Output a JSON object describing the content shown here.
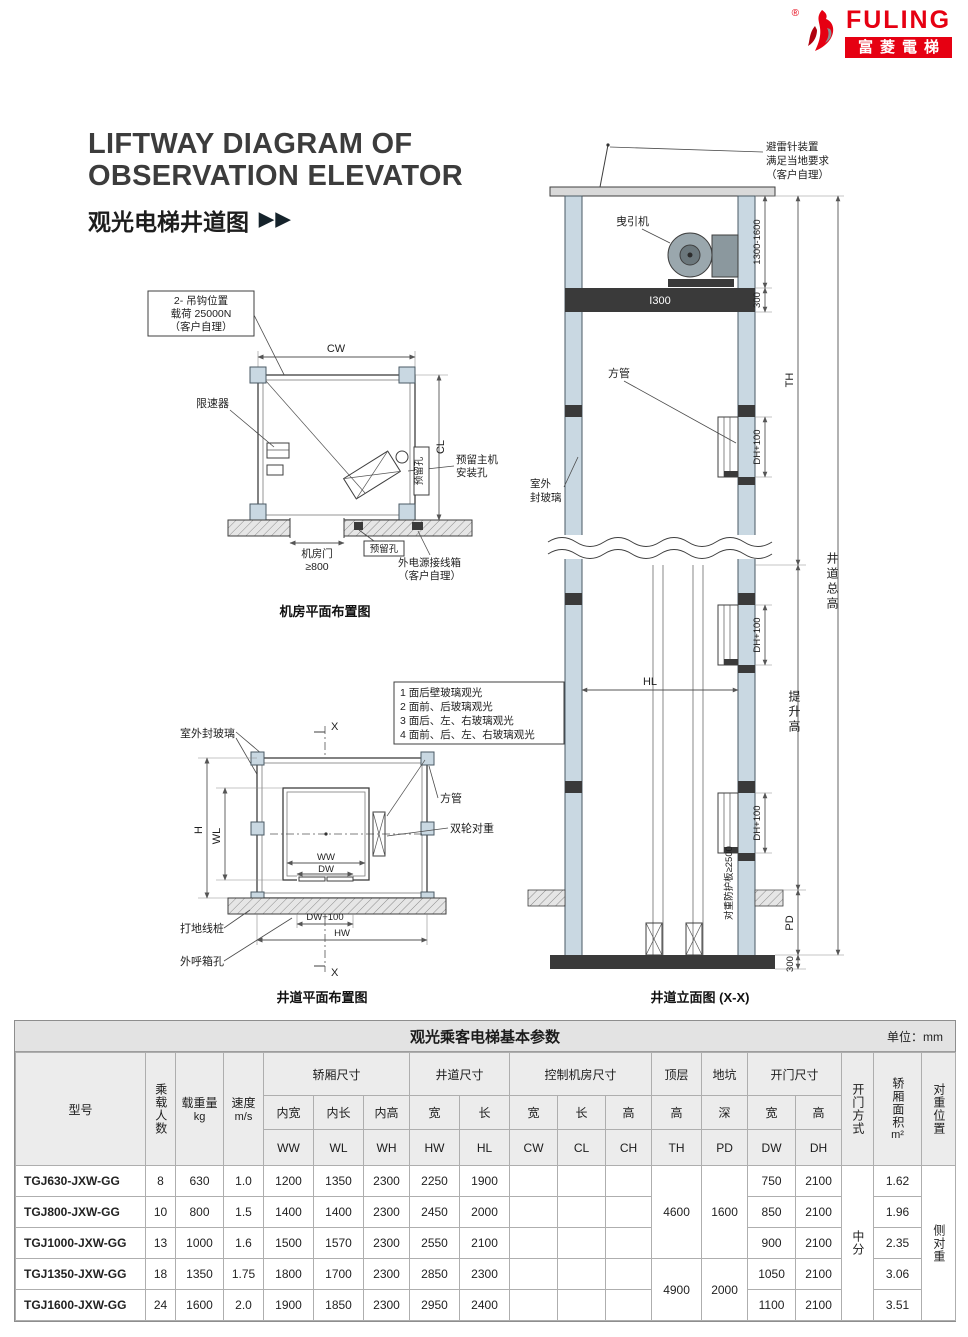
{
  "logo": {
    "brand": "FULING",
    "reg": "®",
    "cn": "富菱電梯"
  },
  "title": {
    "line1": "LIFTWAY DIAGRAM OF",
    "line2": "OBSERVATION ELEVATOR",
    "cn": "观光电梯井道图",
    "arrows": "▶▶"
  },
  "machine_room": {
    "caption": "机房平面布置图",
    "hook_note_l1": "2- 吊钩位置",
    "hook_note_l2": "载荷 25000N",
    "hook_note_l3": "（客户自理）",
    "dim_cw": "CW",
    "dim_cl": "CL",
    "governor": "限速器",
    "reserved_main_l1": "预留主机",
    "reserved_main_l2": "安装孔",
    "reserved_hole_1": "预留孔",
    "reserved_hole_2": "预留孔",
    "door_l1": "机房门",
    "door_l2": "≥800",
    "power_l1": "外电源接线箱",
    "power_l2": "（客户自理）"
  },
  "liftway_plan": {
    "caption": "井道平面布置图",
    "outdoor_glass": "室外封玻璃",
    "section_top": "X",
    "section_bottom": "X",
    "glass_notes": [
      "1 面后壁玻璃观光",
      "2 面前、后玻璃观光",
      "3 面后、左、右玻璃观光",
      "4 面前、后、左、右玻璃观光"
    ],
    "square_tube": "方管",
    "cwt": "双轮对重",
    "dim_h": "H",
    "dim_wl": "WL",
    "dim_ww": "WW",
    "dim_dw": "DW",
    "dim_dw100": "DW+100",
    "dim_hw": "HW",
    "ground_pile": "打地线桩",
    "call_box": "外呼箱孔"
  },
  "elevation": {
    "caption": "井道立面图 (X-X)",
    "lightning_l1": "避雷针装置",
    "lightning_l2": "满足当地要求",
    "lightning_l3": "（客户自理）",
    "traction": "曳引机",
    "dim_1300": "1300-1600",
    "beam": "I300",
    "dim_300_top": "300",
    "dim_th": "TH",
    "square_tube": "方管",
    "glass_l1": "室外",
    "glass_l2": "封玻璃",
    "dim_dh1": "DH+100",
    "dim_dh2": "DH+100",
    "dim_dh3": "DH+100",
    "dim_hl": "HL",
    "total_height": "井道总高",
    "travel_height": "提升高",
    "guard": "对重防护板≥2500",
    "dim_pd": "PD",
    "dim_300_bottom": "300"
  },
  "table": {
    "title": "观光乘客电梯基本参数",
    "unit": "单位：mm",
    "h_model": "型号",
    "h_passengers": "乘载人数",
    "h_load": "载重量",
    "h_load_unit": "kg",
    "h_speed": "速度",
    "h_speed_unit": "m/s",
    "h_car": "轿厢尺寸",
    "h_shaft": "井道尺寸",
    "h_control": "控制机房尺寸",
    "h_top": "顶层",
    "h_pit": "地坑",
    "h_door": "开门尺寸",
    "h_door_type": "开门方式",
    "h_area": "轿厢面积",
    "h_area_unit": "m²",
    "h_cwt": "对重位置",
    "h_inner_w": "内宽",
    "h_inner_l": "内长",
    "h_inner_h": "内高",
    "h_w1": "宽",
    "h_l1": "长",
    "h_w2": "宽",
    "h_l2": "长",
    "h_h2": "高",
    "h_h3": "高",
    "h_deep": "深",
    "h_w3": "宽",
    "h_h4": "高",
    "c_ww": "WW",
    "c_wl": "WL",
    "c_wh": "WH",
    "c_hw": "HW",
    "c_hl": "HL",
    "c_cw": "CW",
    "c_cl": "CL",
    "c_ch": "CH",
    "c_th": "TH",
    "c_pd": "PD",
    "c_dw": "DW",
    "c_dh": "DH",
    "rows": [
      {
        "model": "TGJ630-JXW-GG",
        "p": "8",
        "load": "630",
        "speed": "1.0",
        "ww": "1200",
        "wl": "1350",
        "wh": "2300",
        "hw": "2250",
        "hl": "1900",
        "dw": "750",
        "dh": "2100",
        "area": "1.62"
      },
      {
        "model": "TGJ800-JXW-GG",
        "p": "10",
        "load": "800",
        "speed": "1.5",
        "ww": "1400",
        "wl": "1400",
        "wh": "2300",
        "hw": "2450",
        "hl": "2000",
        "dw": "850",
        "dh": "2100",
        "area": "1.96"
      },
      {
        "model": "TGJ1000-JXW-GG",
        "p": "13",
        "load": "1000",
        "speed": "1.6",
        "ww": "1500",
        "wl": "1570",
        "wh": "2300",
        "hw": "2550",
        "hl": "2100",
        "dw": "900",
        "dh": "2100",
        "area": "2.35"
      },
      {
        "model": "TGJ1350-JXW-GG",
        "p": "18",
        "load": "1350",
        "speed": "1.75",
        "ww": "1800",
        "wl": "1700",
        "wh": "2300",
        "hw": "2850",
        "hl": "2300",
        "dw": "1050",
        "dh": "2100",
        "area": "3.06"
      },
      {
        "model": "TGJ1600-JXW-GG",
        "p": "24",
        "load": "1600",
        "speed": "2.0",
        "ww": "1900",
        "wl": "1850",
        "wh": "2300",
        "hw": "2950",
        "hl": "2400",
        "dw": "1100",
        "dh": "2100",
        "area": "3.51"
      }
    ],
    "merged": {
      "th_a": "4600",
      "th_b": "4900",
      "pd_a": "1600",
      "pd_b": "2000",
      "door_type": "中分",
      "cwt_pos": "侧对重"
    }
  }
}
